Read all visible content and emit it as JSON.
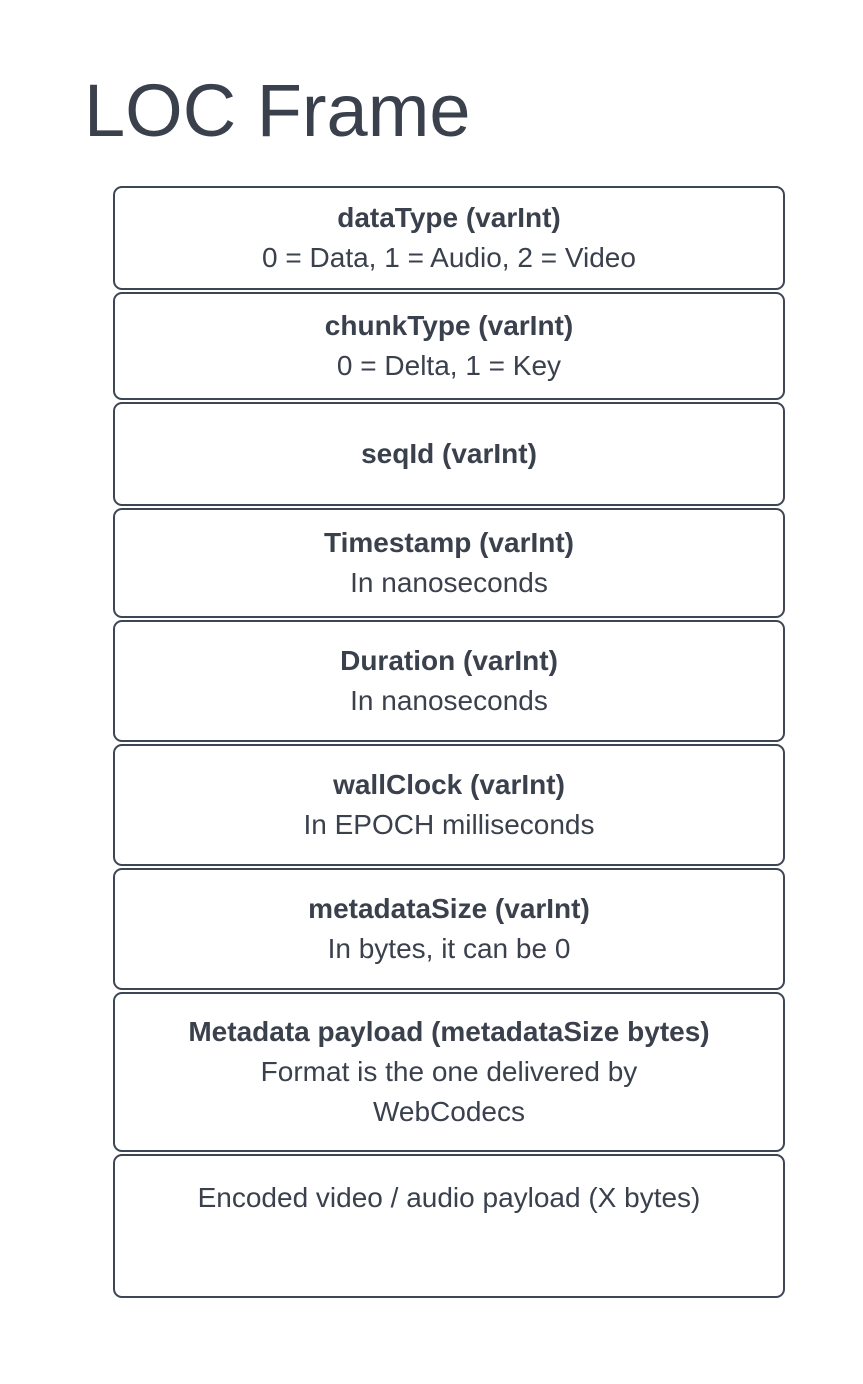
{
  "title": "LOC Frame",
  "colors": {
    "text": "#3a414d",
    "box_border": "#3d4654",
    "box_fill": "#ffffff",
    "background": "#ffffff"
  },
  "fields": [
    {
      "name": "dataType (varInt)",
      "note": "0 = Data, 1 = Audio, 2 = Video"
    },
    {
      "name": "chunkType (varInt)",
      "note": "0 = Delta, 1 = Key"
    },
    {
      "name": "seqId (varInt)",
      "note": ""
    },
    {
      "name": "Timestamp (varInt)",
      "note": "In nanoseconds"
    },
    {
      "name": "Duration (varInt)",
      "note": "In nanoseconds"
    },
    {
      "name": "wallClock (varInt)",
      "note": "In EPOCH milliseconds"
    },
    {
      "name": "metadataSize (varInt)",
      "note": "In bytes, it can be 0"
    },
    {
      "name": "Metadata payload (metadataSize bytes)",
      "note": "Format is the one delivered by WebCodecs"
    },
    {
      "name": "",
      "note": "Encoded video / audio payload (X bytes)"
    }
  ]
}
